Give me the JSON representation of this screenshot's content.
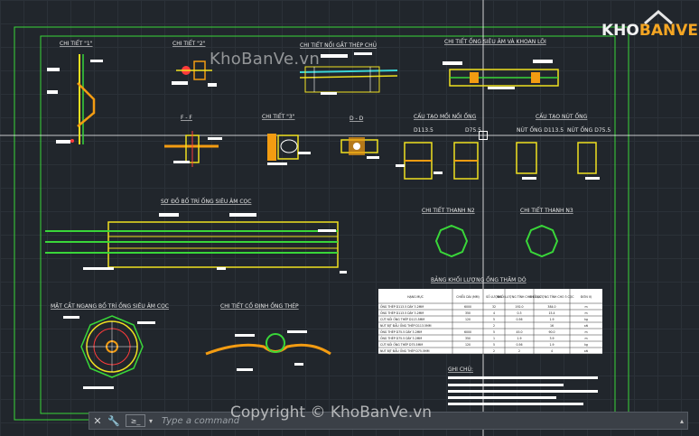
{
  "labels": {
    "detail_1": "CHI TIẾT \"1\"",
    "detail_2": "CHI TIẾT \"2\"",
    "detail_joint": "CHI TIẾT NỐI GẮT THÉP CHỦ",
    "detail_pipe": "CHI TIẾT ỐNG SIÊU ÂM VÀ KHOAN LÕI",
    "section_ff": "F - F",
    "detail_3": "CHI TIẾT \"3\"",
    "section_dd": "D - D",
    "pipe_joint": "CẤU TẠO MỐI NỐI ỐNG",
    "pipe_cap": "CẤU TẠO NÚT ỐNG",
    "d1135": "D113.5",
    "d755": "D75.5",
    "cap_d1135": "NÚT ỐNG D113.5",
    "cap_d755": "NÚT ỐNG D75.5",
    "pile_layout": "SƠ ĐỒ BỐ TRÍ ỐNG SIÊU ÂM CỌC",
    "bar_n2": "CHI TIẾT THANH N2",
    "bar_n3": "CHI TIẾT THANH N3",
    "cross_section": "MẶT CẮT NGANG BỐ TRÍ ỐNG SIÊU ÂM CỌC",
    "fix_detail": "CHI TIẾT CỐ ĐỊNH ỐNG THÉP",
    "table_title": "BẢNG KHỐI LƯỢNG ỐNG THĂM DÒ",
    "note": "GHI CHÚ:"
  },
  "table": {
    "headers": [
      "HẠNG MỤC",
      "CHIỀU DÀI (MM)",
      "SỐ LƯỢNG",
      "KHỐI LƯỢNG TÍNH CHO 1 CỌC",
      "KHỐI LƯỢNG TÍNH CHO 3 CỌC",
      "ĐƠN VỊ"
    ],
    "rows": [
      [
        "ỐNG THÉP D113.5 DÀY 3.2MM",
        "6000",
        "32",
        "192.0",
        "384.0",
        "m"
      ],
      [
        "ỐNG THÉP D113.5 DÀY 3.2MM",
        "350",
        "4",
        "0.3",
        "15.4",
        "m"
      ],
      [
        "CÚT NỐI ỐNG THÉP D113.5MM",
        "120",
        "5",
        "0.56",
        "1.9",
        "kg"
      ],
      [
        "NÚT BỊT ĐẦU ỐNG THÉP D113.5MM",
        "",
        "2",
        "",
        "16",
        "cái"
      ],
      [
        "ỐNG THÉP D75.5 DÀY 3.2MM",
        "6000",
        "5",
        "45.0",
        "90.0",
        "m"
      ],
      [
        "ỐNG THÉP D75.5 DÀY 3.2MM",
        "350",
        "1",
        "1.9",
        "3.9",
        "m"
      ],
      [
        "CÚT NỐI ỐNG THÉP D75.5MM",
        "120",
        "5",
        "0.56",
        "1.9",
        "kg"
      ],
      [
        "NÚT BỊT ĐẦU ỐNG THÉP D75.5MM",
        "",
        "2",
        "2",
        "4",
        "cái"
      ]
    ]
  },
  "watermark": "KhoBanVe.vn",
  "copyright": "Copyright © KhoBanVe.vn",
  "logo": {
    "k": "KHO",
    "v": "BANVE"
  },
  "cmdline": {
    "placeholder": "Type a command",
    "prompt_icon": "≥_",
    "close_icon": "✕",
    "settings_icon": "🔧"
  },
  "colors": {
    "frame": "#39d639",
    "annot": "#ff3b3b",
    "label_bg": "#ffffff",
    "accent_yellow": "#f0e020",
    "accent_orange": "#f39c12",
    "cyan": "#3bd4d4"
  }
}
